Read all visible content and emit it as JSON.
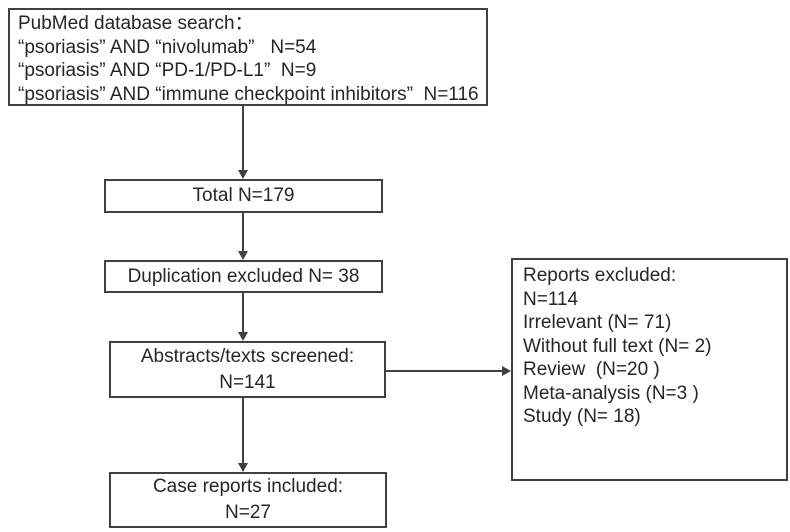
{
  "flowchart": {
    "search_box": {
      "lines": [
        "PubMed database search：",
        "“psoriasis” AND “nivolumab”   N=54",
        "“psoriasis” AND “PD-1/PD-L1”  N=9",
        "“psoriasis” AND “immune checkpoint inhibitors”  N=116"
      ]
    },
    "total_box": {
      "label": "Total N=179"
    },
    "duplication_box": {
      "label": "Duplication excluded N= 38"
    },
    "screened_box": {
      "lines": [
        "Abstracts/texts screened:",
        "N=141"
      ]
    },
    "excluded_box": {
      "lines": [
        "Reports excluded:",
        "N=114",
        "Irrelevant (N= 71)",
        "Without full text (N= 2)",
        "Review  (N=20 )",
        "Meta-analysis (N=3 )",
        "Study (N= 18)"
      ]
    },
    "included_box": {
      "lines": [
        "Case reports included:",
        "N=27"
      ]
    }
  },
  "colors": {
    "border": "#404040",
    "text": "#262626",
    "background": "#ffffff"
  }
}
